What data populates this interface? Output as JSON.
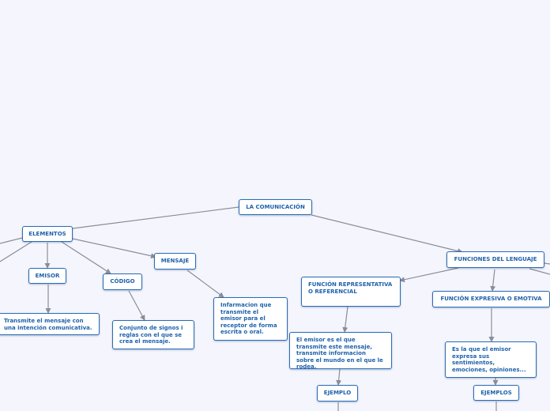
{
  "colors": {
    "background": "#f5f6fd",
    "node_border": "#2a6cb5",
    "node_text": "#1e62ab",
    "line": "#8a8d99"
  },
  "nodes": {
    "root": "LA COMUNICACIÓN",
    "elementos": "ELEMENTOS",
    "emisor": "EMISOR",
    "emisor_desc": "Transmite el mensaje con una intención comunicativa.",
    "codigo": "CÓDIGO",
    "codigo_desc": "Conjunto de signos i reglas con el que se crea el mensaje.",
    "mensaje": "MENSAJE",
    "mensaje_desc": "Infarmacion que transmite el emisor para el receptor de forma escrita o oral.",
    "funciones": "FUNCIONES DEL LENGUAJE",
    "representativa": "FUNCIÓN REPRESENTATIVA O REFERENCIAL",
    "representativa_desc": "El emisor es el que transmite este mensaje, transmite informacion sobre el mundo en el que le rodea.",
    "ejemplo": "EJEMPLO",
    "expresiva": "FUNCIÓN EXPRESIVA O EMOTIVA",
    "expresiva_desc": "Es la que el emisor expresa sus sentimientos, emociones, opiniones...",
    "ejemplos": "EJEMPLOS"
  }
}
